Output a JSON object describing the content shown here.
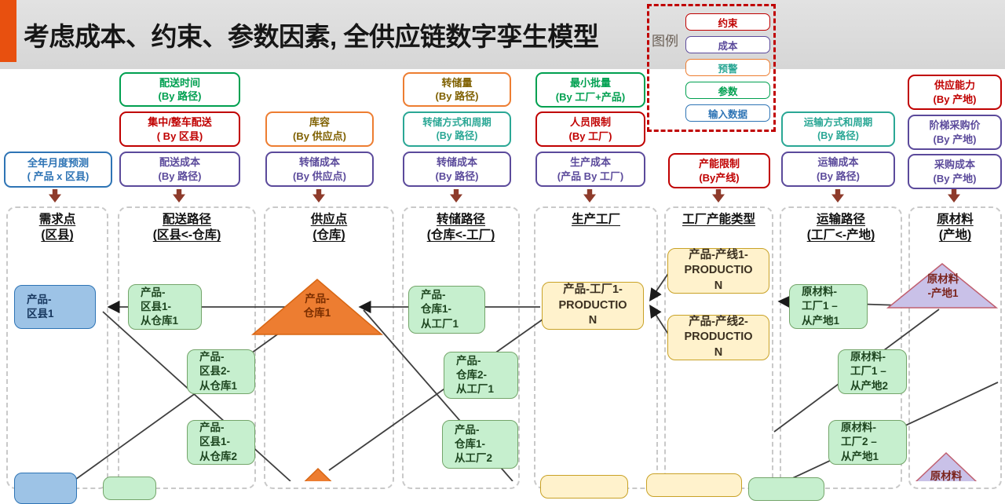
{
  "header": {
    "title": "考虑成本、约束、参数因素, 全供应链数字孪生模型"
  },
  "legend": {
    "label": "图例",
    "items": [
      {
        "label": "约束"
      },
      {
        "label": "成本"
      },
      {
        "label": "预警"
      },
      {
        "label": "参数"
      },
      {
        "label": "输入数据"
      }
    ]
  },
  "attributes": {
    "forecast": {
      "text": "全年月度预测\n( 产品 x 区县)"
    },
    "delivery_time": {
      "text": "配送时间\n(By 路径)"
    },
    "centralized_delivery": {
      "text": "集中/整车配送\n( By 区县)"
    },
    "delivery_cost": {
      "text": "配送成本\n(By 路径)"
    },
    "storage_capacity": {
      "text": "库容\n(By 供应点)"
    },
    "transfer_cost_supply": {
      "text": "转储成本\n(By 供应点)"
    },
    "transfer_volume": {
      "text": "转储量\n(By 路径)"
    },
    "transfer_mode": {
      "text": "转储方式和周期\n(By 路径)"
    },
    "transfer_cost_route": {
      "text": "转储成本\n(By 路径)"
    },
    "min_batch": {
      "text": "最小批量\n(By 工厂+产品)"
    },
    "staff_limit": {
      "text": "人员限制\n(By 工厂)"
    },
    "production_cost": {
      "text": "生产成本\n(产品 By 工厂)"
    },
    "capacity_limit": {
      "text": "产能限制\n(By产线)"
    },
    "transport_mode": {
      "text": "运输方式和周期\n(By 路径)"
    },
    "transport_cost": {
      "text": "运输成本\n(By 路径)"
    },
    "supply_capability": {
      "text": "供应能力\n(By 产地)"
    },
    "tiered_price": {
      "text": "阶梯采购价\n(By 产地)"
    },
    "purchase_cost": {
      "text": "采购成本\n(By 产地)"
    }
  },
  "columns": [
    {
      "title": "需求点\n(区县)"
    },
    {
      "title": "配送路径\n(区县<-仓库)"
    },
    {
      "title": "供应点\n(仓库)"
    },
    {
      "title": "转储路径\n(仓库<-工厂)"
    },
    {
      "title": "生产工厂"
    },
    {
      "title": "工厂产能类型"
    },
    {
      "title": "运输路径\n(工厂<-产地)"
    },
    {
      "title": "原材料\n(产地)"
    }
  ],
  "nodes": {
    "demand1": {
      "label": "产品-\n区县1"
    },
    "route_d1w1": {
      "label": "产品-\n区县1-\n从仓库1"
    },
    "route_d2w1": {
      "label": "产品-\n区县2-\n从仓库1"
    },
    "route_d1w2": {
      "label": "产品-\n区县1-\n从仓库2"
    },
    "warehouse1": {
      "label": "产品-\n仓库1"
    },
    "route_w1f1": {
      "label": "产品-\n仓库1-\n从工厂1"
    },
    "route_w2f1": {
      "label": "产品-\n仓库2-\n从工厂1"
    },
    "route_w1f2": {
      "label": "产品-\n仓库1-\n从工厂2"
    },
    "factory1": {
      "label": "产品-工厂1-\nPRODUCTIO\nN"
    },
    "prodline1": {
      "label": "产品-产线1-\nPRODUCTIO\nN"
    },
    "prodline2": {
      "label": "产品-产线2-\nPRODUCTIO\nN"
    },
    "route_f1s1": {
      "label": "原材料-\n工厂1 –\n从产地1"
    },
    "route_f1s2": {
      "label": "原材料-\n工厂1 –\n从产地2"
    },
    "route_f2s1": {
      "label": "原材料-\n工厂2 –\n从产地1"
    },
    "source1": {
      "label": "原材料\n-产地1"
    },
    "source2_partial": {
      "label": "原材料"
    }
  },
  "colors": {
    "accent_orange": "#e8500f",
    "constraint_red": "#c00000",
    "cost_purple": "#5b4a9b",
    "warning_orange": "#ed7d31",
    "parameter_green": "#00a050",
    "input_blue": "#2e74b5",
    "node_blue": "#9dc3e6",
    "node_green": "#c6efce",
    "node_yellow": "#fff2cc",
    "triangle_orange": "#ed7d31",
    "triangle_lavender": "#c9c1e8",
    "flow_arrow_maroon": "#8e3b2b"
  }
}
